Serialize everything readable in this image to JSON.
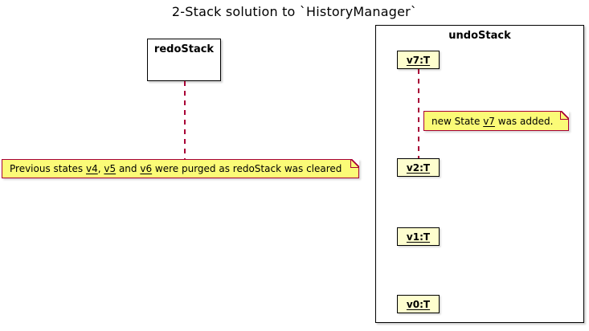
{
  "title": "2-Stack solution to `HistoryManager`",
  "redo_stack": {
    "label": "redoStack"
  },
  "undo_stack": {
    "label": "undoStack",
    "items": [
      "v7:T",
      "v2:T",
      "v1:T",
      "v0:T"
    ]
  },
  "notes": {
    "redo_note": {
      "t1": "Previous states ",
      "u1": "v4",
      "t2": ", ",
      "u2": "v5",
      "t3": " and ",
      "u3": "v6",
      "t4": " were purged as redoStack was cleared"
    },
    "undo_note": {
      "t1": "new State ",
      "u1": "v7",
      "t2": " was added."
    }
  },
  "colors": {
    "background": "#FFFFFF",
    "note_background": "#FBFB77",
    "note_border": "#A80036",
    "connector": "#A80036",
    "object_background": "#FEFECE",
    "object_border": "#000000",
    "node_border": "#000000",
    "text": "#000000"
  }
}
